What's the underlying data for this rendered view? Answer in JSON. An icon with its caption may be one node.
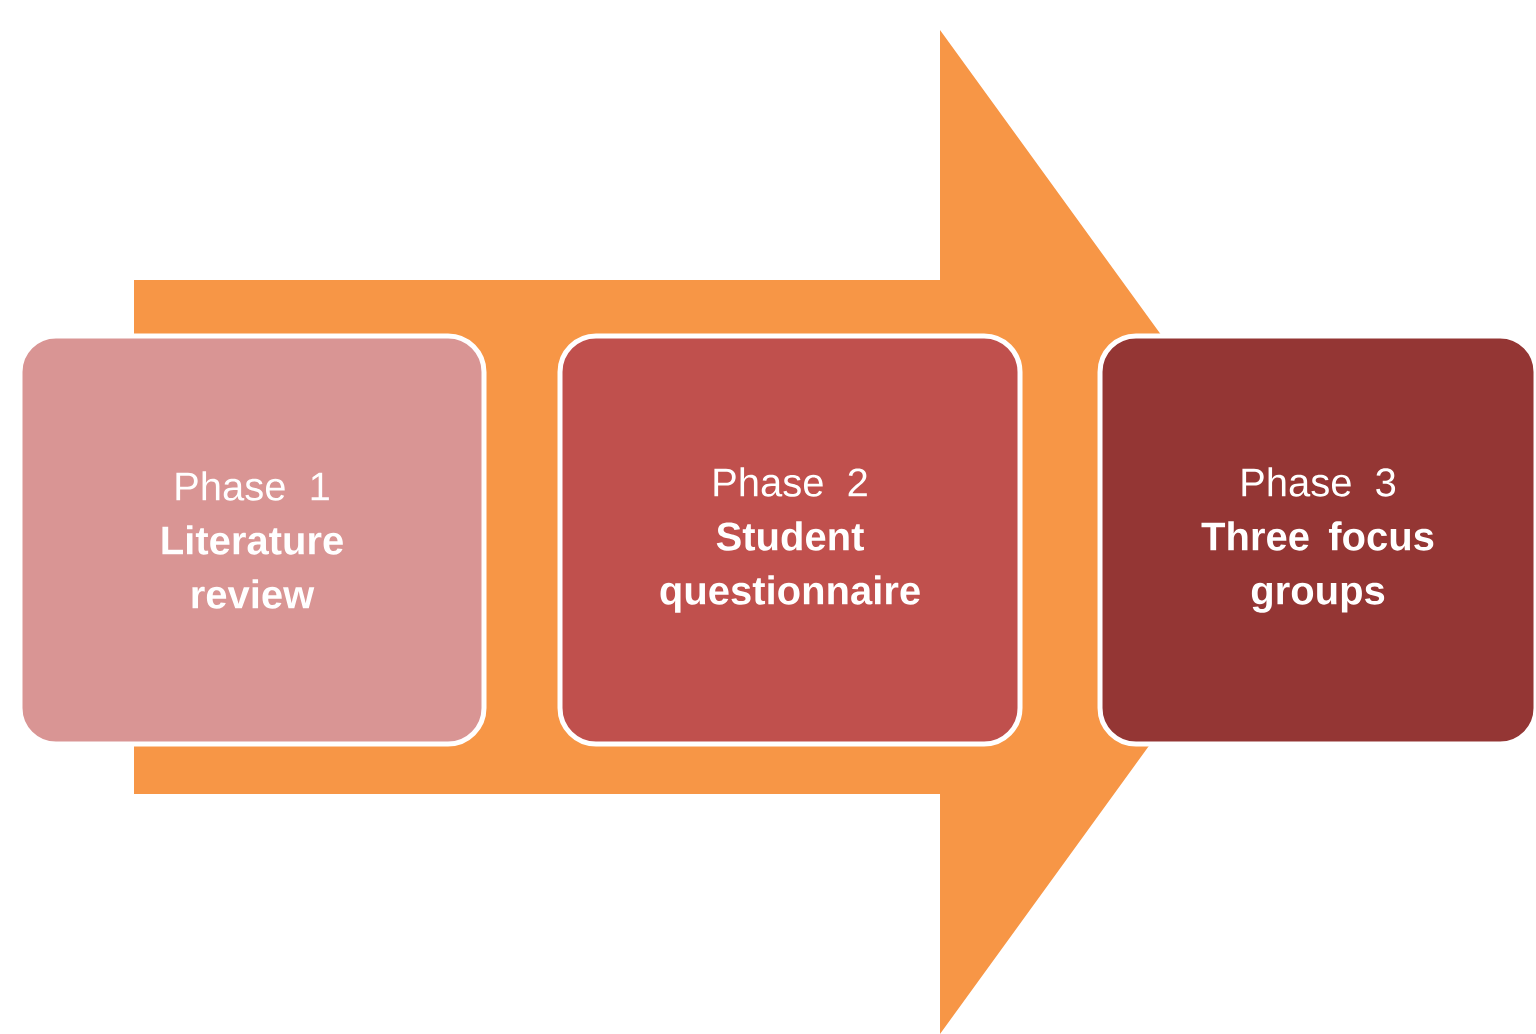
{
  "diagram": {
    "nodes": [
      {
        "text": [
          "Phase 1",
          "Literature review"
        ]
      },
      {
        "text": [
          "Phase 2",
          "Student questionnaire"
        ]
      },
      {
        "text": [
          "Phase 3",
          "Three focus groups"
        ]
      }
    ],
    "edges": [
      {
        "from": 0,
        "to": 2,
        "arrow": "to",
        "color": "#f79646"
      }
    ]
  }
}
